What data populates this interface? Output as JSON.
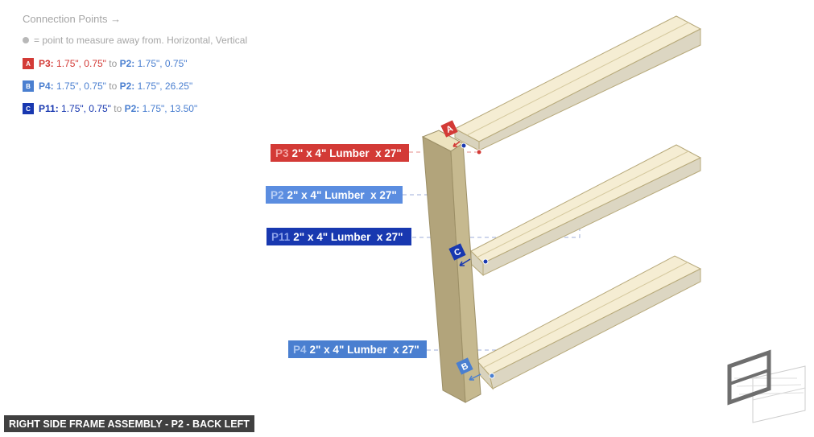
{
  "legend": {
    "title": "Connection Points →",
    "note": "= point to measure away from. Horizontal, Vertical",
    "rows": [
      {
        "badge": "A",
        "badge_color": "#d33a36",
        "from_id": "P3:",
        "from_val": " 1.75\", 0.75\"",
        "to": " to ",
        "to_id": "P2:",
        "to_val": " 1.75\", 0.75\""
      },
      {
        "badge": "B",
        "badge_color": "#4a7fd0",
        "from_id": "P4:",
        "from_val": " 1.75\", 0.75\"",
        "to": " to ",
        "to_id": "P2:",
        "to_val": " 1.75\", 26.25\""
      },
      {
        "badge": "C",
        "badge_color": "#1838b0",
        "from_id": "P11:",
        "from_val": " 1.75\", 0.75\"",
        "to": " to ",
        "to_id": "P2:",
        "to_val": " 1.75\", 13.50\""
      }
    ]
  },
  "parts": [
    {
      "id": "P3",
      "desc": "2\" x 4\" Lumber  x 27\"",
      "color": "#d33a36",
      "id_color": "#f2a7a5"
    },
    {
      "id": "P2",
      "desc": "2\" x 4\" Lumber  x 27\"",
      "color": "#5b8de0",
      "id_color": "#b9cff5"
    },
    {
      "id": "P11",
      "desc": "2\" x 4\" Lumber  x 27\"",
      "color": "#1838b0",
      "id_color": "#8ea3ea"
    },
    {
      "id": "P4",
      "desc": "2\" x 4\" Lumber  x 27\"",
      "color": "#4a7fd0",
      "id_color": "#aac5f0"
    }
  ],
  "markers": [
    {
      "label": "A",
      "color": "#d33a36"
    },
    {
      "label": "B",
      "color": "#4a7fd0"
    },
    {
      "label": "C",
      "color": "#1838b0"
    }
  ],
  "footer": {
    "title": "RIGHT SIDE FRAME ASSEMBLY - P2 - BACK LEFT"
  },
  "thumbnail": {
    "alt": "assembly-overview"
  }
}
